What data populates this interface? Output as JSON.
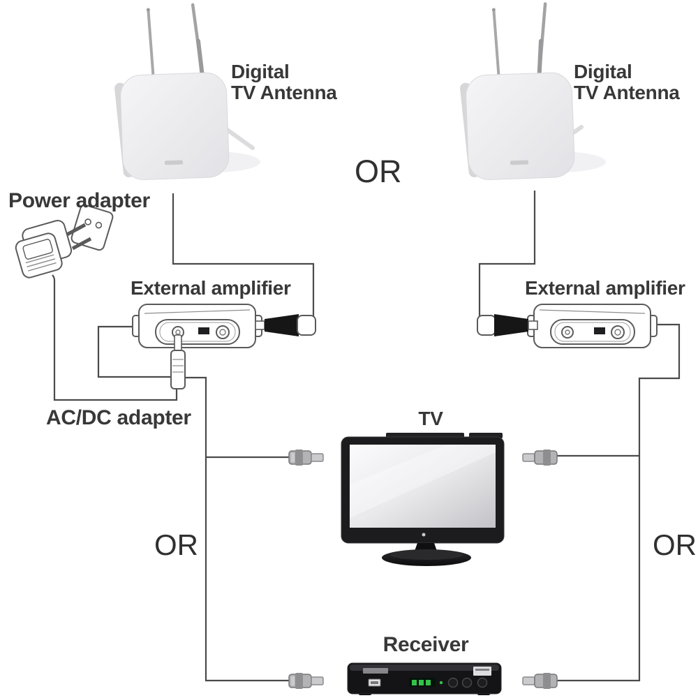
{
  "diagram": {
    "antenna_left": {
      "label": "Digital\nTV Antenna"
    },
    "antenna_right": {
      "label": "Digital\nTV Antenna"
    },
    "power_adapter": {
      "label": "Power adapter"
    },
    "amplifier_left": {
      "label": "External amplifier"
    },
    "amplifier_right": {
      "label": "External amplifier"
    },
    "acdc_adapter": {
      "label": "AC/DC adapter"
    },
    "tv": {
      "label": "TV"
    },
    "receiver": {
      "label": "Receiver"
    },
    "or_top": "OR",
    "or_left": "OR",
    "or_right": "OR"
  },
  "colors": {
    "background": "#ffffff",
    "connection_line": "#4a4a4a",
    "outline": "#5a5a5a",
    "text": "#383838",
    "device_black": "#1c1c1f",
    "led_green": "#35c24a"
  }
}
